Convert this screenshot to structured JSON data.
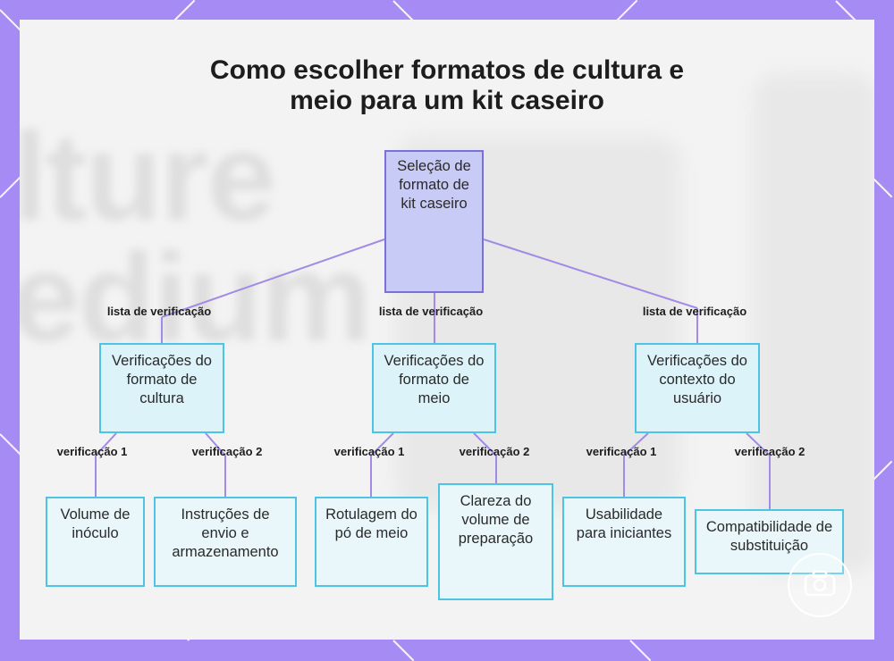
{
  "title": {
    "line1": "Como escolher formatos de cultura e",
    "line2": "meio para um kit caseiro"
  },
  "background_text": {
    "word1": "lture",
    "word2": "edium"
  },
  "root": {
    "label": "Seleção de formato de kit caseiro"
  },
  "branch_label": "lista de verificação",
  "branches": [
    {
      "label": "Verificações do formato de cultura",
      "edge_labels": [
        "verificação 1",
        "verificação 2"
      ],
      "leaves": [
        "Volume de inóculo",
        "Instruções de envio e armazenamento"
      ]
    },
    {
      "label": "Verificações do formato de meio",
      "edge_labels": [
        "verificação 1",
        "verificação 2"
      ],
      "leaves": [
        "Rotulagem do pó de meio",
        "Clareza do volume de preparação"
      ]
    },
    {
      "label": "Verificações do contexto do usuário",
      "edge_labels": [
        "verificação 1",
        "verificação 2"
      ],
      "leaves": [
        "Usabilidade para iniciantes",
        "Compatibilidade de substituição"
      ]
    }
  ],
  "colors": {
    "frame": "#a58bf3",
    "root_fill": "#c8cbf6",
    "root_border": "#7b70d8",
    "node_fill": "#dcf3fa",
    "node_border": "#4fc3e3",
    "connector": "#a28be6"
  },
  "badge_icon": "camera-icon"
}
